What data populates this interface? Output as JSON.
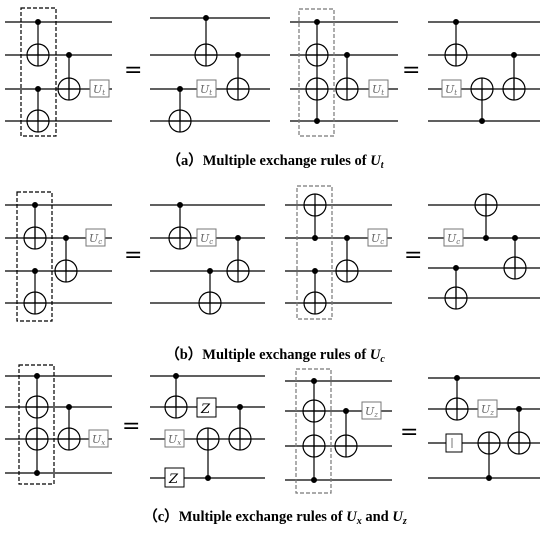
{
  "figure": {
    "panels": [
      {
        "id": "a",
        "caption": {
          "prefix": "（a）",
          "text": "Multiple exchange rules of ",
          "var": "U",
          "sub": "t",
          "tail": "",
          "var2": "",
          "sub2": ""
        },
        "equals": "=",
        "gate_labels": {
          "u": "U",
          "u_sub": "t"
        }
      },
      {
        "id": "b",
        "caption": {
          "prefix": "（b）",
          "text": "Multiple exchange rules of ",
          "var": "U",
          "sub": "c",
          "tail": "",
          "var2": "",
          "sub2": ""
        },
        "equals": "=",
        "gate_labels": {
          "u": "U",
          "u_sub": "c"
        }
      },
      {
        "id": "c",
        "caption": {
          "prefix": "（c）",
          "text": "Multiple exchange rules of ",
          "var": "U",
          "sub": "x",
          "tail": " and ",
          "var2": "U",
          "sub2": "z"
        },
        "equals": "=",
        "gate_labels": {
          "ux": "U",
          "ux_sub": "x",
          "uz": "U",
          "uz_sub": "z",
          "z": "Z"
        }
      }
    ]
  }
}
